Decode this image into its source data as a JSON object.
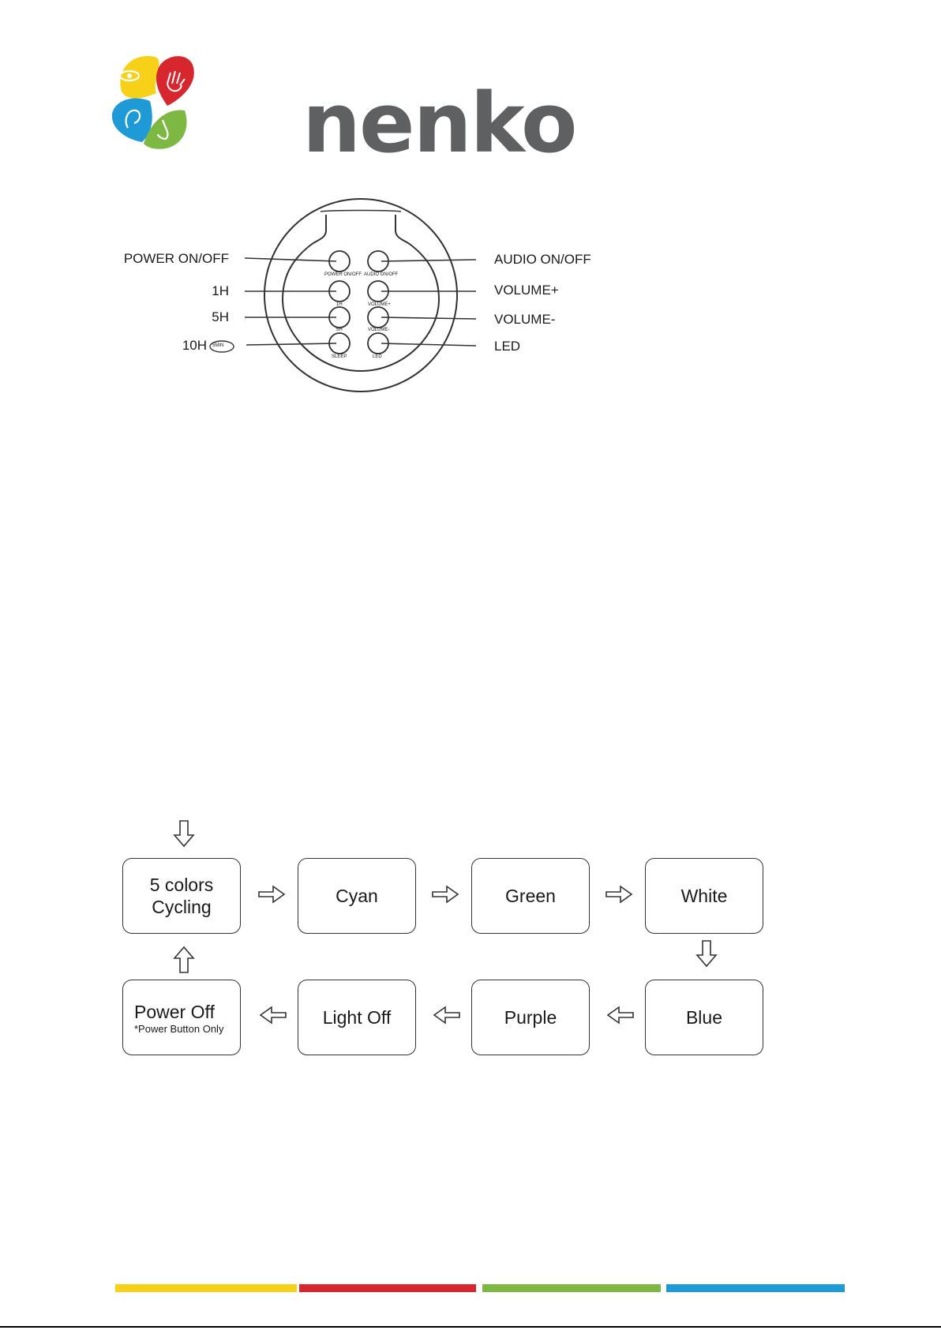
{
  "logo": {
    "wordmark": "nenko",
    "colors": {
      "yellow": "#f7d117",
      "red": "#d7262e",
      "blue": "#1e9ad6",
      "green": "#7cb842",
      "text": "#5f6062"
    }
  },
  "control_panel": {
    "left_labels": [
      "POWER ON/OFF",
      "1H",
      "5H",
      "10H"
    ],
    "left_badge": "5MIN",
    "right_labels": [
      "AUDIO ON/OFF",
      "VOLUME+",
      "VOLUME-",
      "LED"
    ],
    "button_captions": [
      "POWER ON/OFF",
      "AUDIO ON/OFF",
      "1H",
      "VOLUME+",
      "5H",
      "VOLUME-",
      "SLEEP",
      "LED"
    ]
  },
  "led_cycle": {
    "top_row": [
      "5 colors Cycling",
      "Cyan",
      "Green",
      "White"
    ],
    "bottom_row": [
      "Power Off",
      "Light Off",
      "Purple",
      "Blue"
    ],
    "power_off_note": "*Power Button Only"
  },
  "footer": {
    "bar_colors": [
      "#f7d117",
      "#d7262e",
      "#7cb842",
      "#1e9ad6"
    ]
  }
}
